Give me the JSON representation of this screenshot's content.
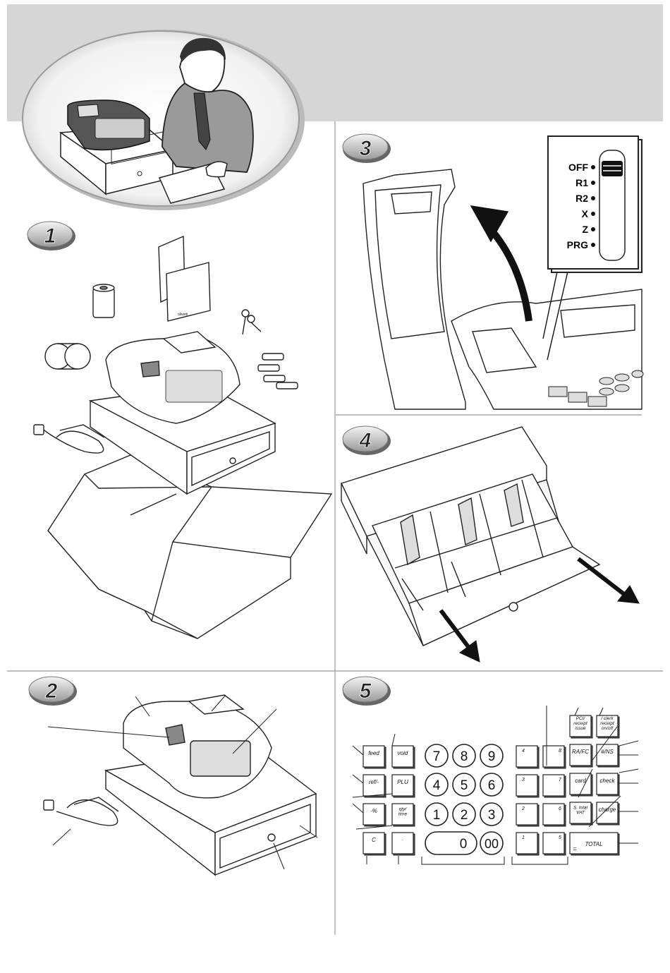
{
  "steps": {
    "one": "1",
    "two": "2",
    "three": "3",
    "four": "4",
    "five": "5"
  },
  "mode_switch": {
    "positions": [
      "OFF",
      "R1",
      "R2",
      "X",
      "Z",
      "PRG"
    ]
  },
  "keyboard": {
    "function_keys": {
      "feed": "feed",
      "void": "void",
      "refund": "ref/-",
      "plu": "PLU",
      "percent": "-%",
      "qty_time_1": "qty/",
      "qty_time_2": "time",
      "clear": "C",
      "point": "·",
      "pci_1": "PCI/",
      "pci_2": "receipt",
      "pci_3": "issue",
      "clerk_1": "/ clerk",
      "clerk_2": "receipt",
      "clerk_3": "on/off",
      "rafc": "RA/FC",
      "ns": "#/NS",
      "card": "card",
      "check": "check",
      "subtotal_1": "S. total",
      "subtotal_2": "VAT",
      "charge": "charge",
      "total": "TOTAL",
      "equals": "="
    },
    "numeric_keys": [
      "7",
      "8",
      "9",
      "4",
      "5",
      "6",
      "1",
      "2",
      "3",
      "0",
      "00"
    ],
    "department_keys": {
      "row1": [
        "4",
        "8"
      ],
      "row2": [
        "3",
        "7"
      ],
      "row3": [
        "2",
        "6"
      ],
      "row4": [
        "1",
        "5"
      ]
    }
  },
  "product": {
    "manual_cover_text": "olivetti"
  }
}
